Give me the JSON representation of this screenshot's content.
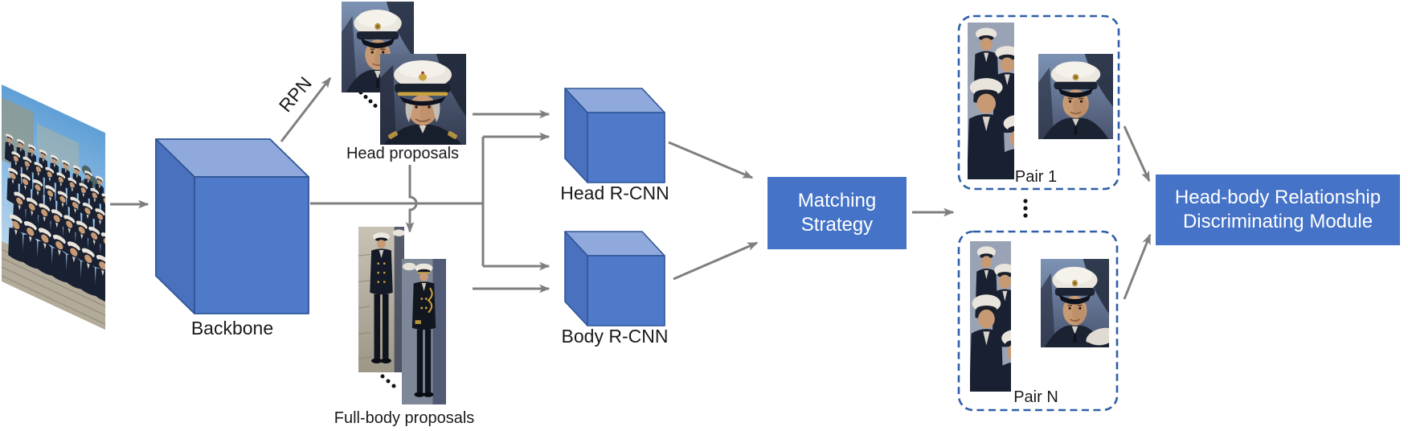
{
  "figure": {
    "title": "head-body detection pipeline diagram",
    "labels": {
      "rpn": "RPN",
      "backbone": "Backbone",
      "head_proposals": "Head proposals",
      "full_body_proposals": "Full-body proposals",
      "head_rcnn": "Head R-CNN",
      "body_rcnn": "Body R-CNN",
      "pair_1": "Pair 1",
      "pair_n": "Pair N"
    },
    "matching_box": {
      "line1": "Matching",
      "line2": "Strategy"
    },
    "module_box": {
      "line1": "Head-body Relationship",
      "line2": "Discriminating Module"
    },
    "colors": {
      "box_blue": "#4573c7",
      "cube_front": "#4f7ac9",
      "cube_top": "#8fa9dc",
      "cube_side": "#4a71bd",
      "cube_outline": "#2f5597",
      "arrow_gray": "#7f7f7f",
      "dashed_border": "#2e5fa8",
      "label_black": "#1a1a1a",
      "box_text": "#ffffff",
      "background": "#ffffff"
    },
    "icons": {
      "input_image": "group-photo-of-officers",
      "head_proposal_1": "head-crop-photo",
      "head_proposal_2": "head-crop-photo",
      "full_body_proposal_1": "full-body-crop-photo",
      "full_body_proposal_2": "full-body-crop-photo",
      "pair_1_body": "body-crop-photo",
      "pair_1_head": "head-crop-photo",
      "pair_n_body": "body-crop-photo",
      "pair_n_head": "head-crop-photo",
      "ellipsis_vertical": "three-dots",
      "ellipsis_head": "diagonal-dots",
      "ellipsis_body": "diagonal-dots"
    }
  }
}
